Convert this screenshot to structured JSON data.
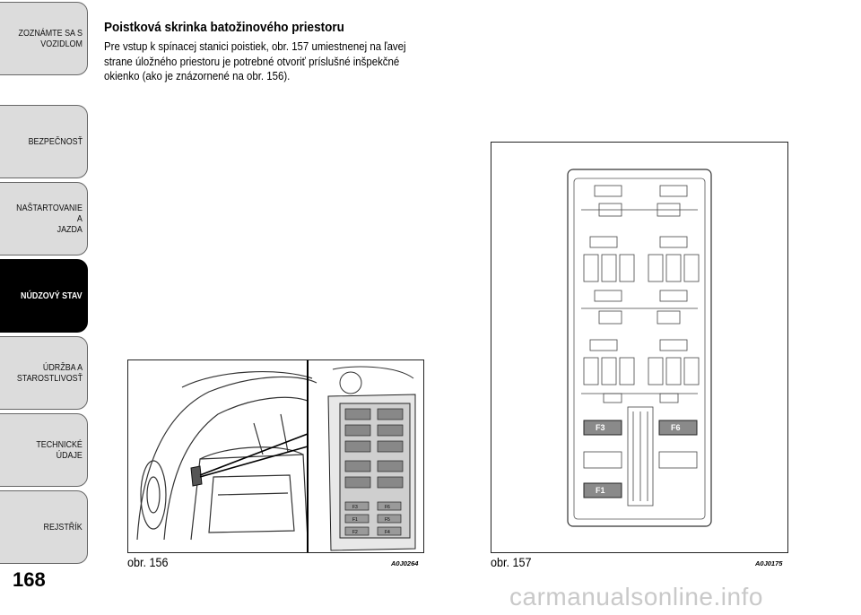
{
  "sidebar": {
    "items": [
      {
        "label": "ZOZNÁMTE SA S\nVOZIDLOM",
        "active": false
      },
      {
        "label": "BEZPEČNOSŤ",
        "active": false
      },
      {
        "label": "NAŠTARTOVANIE A\nJAZDA",
        "active": false
      },
      {
        "label": "NÚDZOVÝ STAV",
        "active": true
      },
      {
        "label": "ÚDRŽBA A\nSTAROSTLIVOSŤ",
        "active": false
      },
      {
        "label": "TECHNICKÉ ÚDAJE",
        "active": false
      },
      {
        "label": "REJSTŘÍK",
        "active": false
      }
    ]
  },
  "page_number": "168",
  "content": {
    "heading": "Poistková skrinka batožinového priestoru",
    "paragraph": "Pre vstup k spínacej stanici poistiek, obr. 157 umiestnenej na ľavej strane úložného priestoru je potrebné otvoriť príslušné inšpekčné okienko (ako je znázornené na obr. 156)."
  },
  "figures": [
    {
      "caption": "obr. 156",
      "code": "A0J0264",
      "fuse_labels": [
        "F3",
        "F6",
        "F1",
        "F5",
        "F2",
        "F4"
      ]
    },
    {
      "caption": "obr. 157",
      "code": "A0J0175",
      "fuse_labels": [
        "F3",
        "F6",
        "F1"
      ]
    }
  ],
  "watermark": "carmanualsonline.info"
}
